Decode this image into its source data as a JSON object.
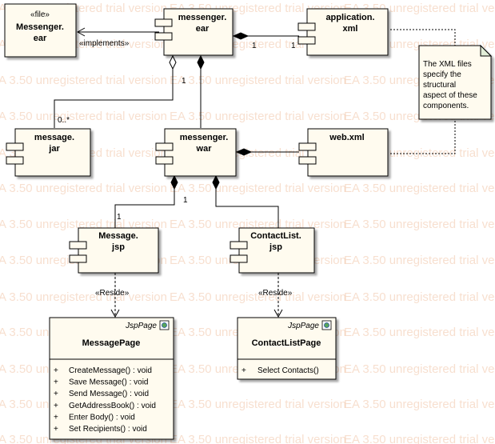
{
  "watermark_text": "EA 3.50 unregistered trial version",
  "artifact": {
    "stereotype": "«file»",
    "name_line1": "Messenger.",
    "name_line2": "ear"
  },
  "components": {
    "messenger_ear": [
      "messenger.",
      "ear"
    ],
    "application_xml": [
      "application.",
      "xml"
    ],
    "message_jar": [
      "message.",
      "jar"
    ],
    "messenger_war": [
      "messenger.",
      "war"
    ],
    "web_xml": [
      "web.xml"
    ],
    "message_jsp": [
      "Message.",
      "jsp"
    ],
    "contactlist_jsp": [
      "ContactList.",
      "jsp"
    ]
  },
  "relations": {
    "implements_label": "«implements»",
    "ear_app_mult_left": "1",
    "ear_app_mult_right": "1",
    "ear_jar_mult_top": "1",
    "ear_jar_mult_bottom": "0..*",
    "war_msg_mult_top": "1",
    "war_msg_mult_bottom": "1",
    "reside_label_1": "«Reside»",
    "reside_label_2": "«Reside»"
  },
  "note": {
    "lines": [
      "The XML files",
      "specify the",
      "structural",
      "aspect of these",
      "components."
    ]
  },
  "classes": {
    "message_page": {
      "stereotype": "JspPage",
      "name": "MessagePage",
      "operations": [
        "CreateMessage() : void",
        "Save Message() : void",
        "Send Message() : void",
        "GetAddressBook() : void",
        "Enter Body() : void",
        "Set Recipients() : void"
      ]
    },
    "contact_list_page": {
      "stereotype": "JspPage",
      "name": "ContactListPage",
      "operations": [
        "Select Contacts()"
      ]
    },
    "visibility_marker": "+"
  },
  "colors": {
    "box_fill": "#fffbef",
    "border": "#000000",
    "note_fold": "#e2eed8",
    "watermark": "#f2c6a8"
  }
}
